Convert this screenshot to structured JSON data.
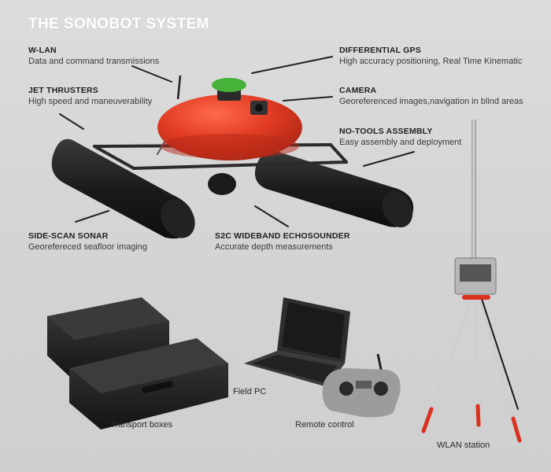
{
  "title": "THE SONOBOT SYSTEM",
  "callouts": {
    "wlan": {
      "heading": "W-LAN",
      "desc": "Data and command transmissions"
    },
    "gps": {
      "heading": "DIFFERENTIAL GPS",
      "desc": "High accuracy positioning, Real Time Kinematic"
    },
    "thrusters": {
      "heading": "JET THRUSTERS",
      "desc": "High speed and maneuverability"
    },
    "camera": {
      "heading": "CAMERA",
      "desc": "Georeferenced images,navigation in blind areas"
    },
    "assembly": {
      "heading": "NO-TOOLS ASSEMBLY",
      "desc": "Easy assembly and deployment"
    },
    "sonar": {
      "heading": "SIDE-SCAN SONAR",
      "desc": "Georefereced seafloor imaging"
    },
    "echosounder": {
      "heading": "S2C WIDEBAND ECHOSOUNDER",
      "desc": "Accurate depth measurements"
    }
  },
  "captions": {
    "transport": "Transport boxes",
    "fieldpc": "Field PC",
    "remote": "Remote control",
    "wlan_station": "WLAN station"
  },
  "colors": {
    "hull": "#e03a22",
    "pontoon": "#1e1e1e",
    "gps_dome": "#46b23a",
    "tripod_red": "#d8321f",
    "background": "#d6d6d6"
  }
}
